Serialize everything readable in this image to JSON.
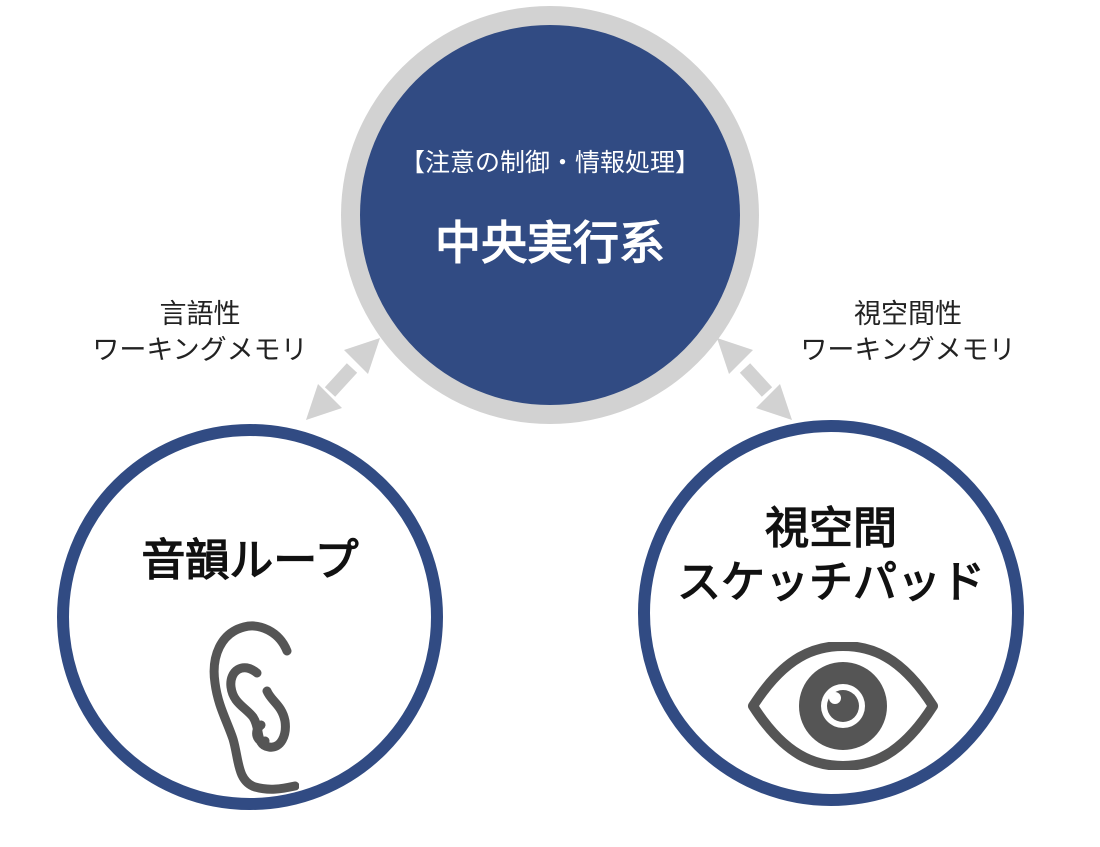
{
  "central": {
    "subtitle": "【注意の制御・情報処理】",
    "title": "中央実行系"
  },
  "left_label": {
    "line1": "言語性",
    "line2": "ワーキングメモリ"
  },
  "right_label": {
    "line1": "視空間性",
    "line2": "ワーキングメモリ"
  },
  "phonological_loop": {
    "title": "音韻ループ",
    "icon": "ear-icon"
  },
  "visuospatial_sketchpad": {
    "title_line1": "視空間",
    "title_line2": "スケッチパッド",
    "icon": "eye-icon"
  },
  "colors": {
    "navy": "#314b83",
    "gray_ring": "#d2d2d2",
    "arrow_gray": "#d2d2d2",
    "icon_gray": "#555555"
  }
}
